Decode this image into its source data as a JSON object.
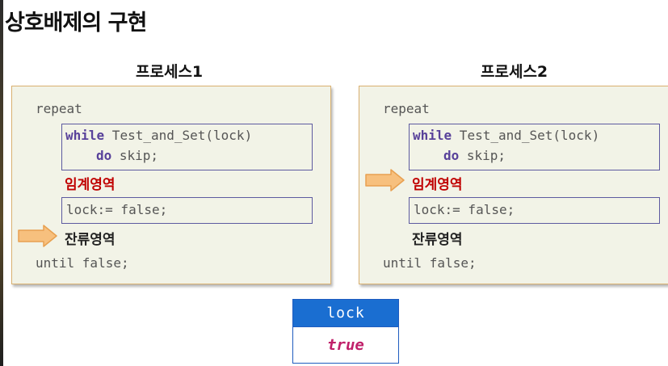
{
  "slide": {
    "title": "상호배제의 구현"
  },
  "processes": [
    {
      "heading": "프로세스1",
      "code_repeat": "repeat",
      "while_kw": "while",
      "while_expr": " Test_and_Set(lock)",
      "do_kw": "do",
      "do_expr": " skip;",
      "critical_label": "임계영역",
      "lock_assign": "lock:= false;",
      "remainder_label": "잔류영역",
      "code_until": "until false;",
      "arrow_at": "remainder"
    },
    {
      "heading": "프로세스2",
      "code_repeat": "repeat",
      "while_kw": "while",
      "while_expr": " Test_and_Set(lock)",
      "do_kw": "do",
      "do_expr": " skip;",
      "critical_label": "임계영역",
      "lock_assign": "lock:= false;",
      "remainder_label": "잔류영역",
      "code_until": "until false;",
      "arrow_at": "critical"
    }
  ],
  "lock_table": {
    "header": "lock",
    "value": "true"
  },
  "colors": {
    "box_fill": "#f2f3e7",
    "box_border": "#d9b070",
    "inner_border": "#5d5aa0",
    "keyword": "#58419a",
    "critical_text": "#c00000",
    "arrow_fill": "#f7c07e",
    "lock_header_bg": "#1a6ed1",
    "lock_value_text": "#c0206a"
  },
  "icons": {
    "pointer_arrow": "right-arrow-icon"
  }
}
